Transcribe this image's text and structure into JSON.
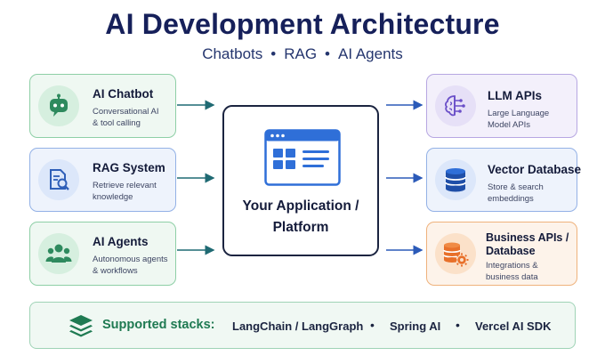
{
  "header": {
    "title": "AI Development Architecture",
    "subtitle_items": [
      "Chatbots",
      "RAG",
      "AI Agents"
    ],
    "separator": "•"
  },
  "left_cards": [
    {
      "title": "AI Chatbot",
      "desc1": "Conversational AI",
      "desc2": "& tool calling",
      "icon": "robot-chat-icon"
    },
    {
      "title": "RAG System",
      "desc1": "Retrieve relevant",
      "desc2": "knowledge",
      "icon": "document-search-icon"
    },
    {
      "title": "AI Agents",
      "desc1": "Autonomous agents",
      "desc2": "& workflows",
      "icon": "team-agents-icon"
    }
  ],
  "center": {
    "title1": "Your Application /",
    "title2": "Platform",
    "icon": "app-window-icon"
  },
  "right_cards": [
    {
      "title": "LLM APIs",
      "title2": "",
      "desc1": "Large Language",
      "desc2": "Model APIs",
      "icon": "brain-circuit-icon"
    },
    {
      "title": "Vector Database",
      "title2": "",
      "desc1": "Store & search",
      "desc2": "embeddings",
      "icon": "database-icon"
    },
    {
      "title": "Business APIs /",
      "title2": "Database",
      "desc1": "Integrations &",
      "desc2": "business data",
      "icon": "database-gear-icon"
    }
  ],
  "footer": {
    "label": "Supported stacks:",
    "stacks": [
      "LangChain / LangGraph",
      "Spring AI",
      "Vercel AI SDK"
    ],
    "separator": "•",
    "icon": "layers-icon"
  },
  "colors": {
    "title": "#16205a",
    "green_accent": "#1f7a52",
    "blue_accent": "#2f6fd8",
    "purple_accent": "#6a4fc8",
    "orange_accent": "#e8702a",
    "arrow": "#1f6a73"
  }
}
